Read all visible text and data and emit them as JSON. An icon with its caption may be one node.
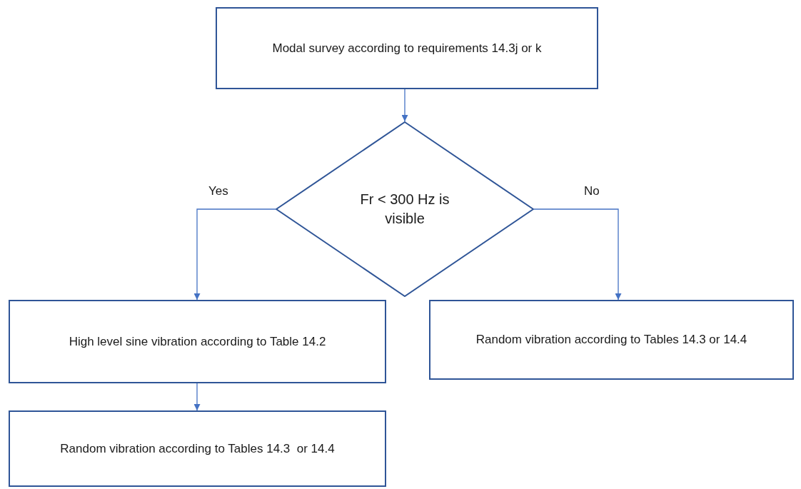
{
  "diagram": {
    "nodes": [
      {
        "text": [
          "Modal survey according to requirements 14.3j or k"
        ]
      },
      {
        "text": [
          "Fr < 300 Hz is visible"
        ]
      },
      {
        "text": [
          "High level sine vibration according to Table 14.2"
        ]
      },
      {
        "text": [
          "Random vibration according to Tables 14.3 or 14.4"
        ]
      },
      {
        "text": [
          "Random vibration according to Tables 14.3  or 14.4"
        ]
      }
    ],
    "edges": [
      {
        "from": 0,
        "to": 1,
        "arrow": "to"
      },
      {
        "from": 1,
        "to": 2,
        "arrow": "to",
        "label": "Yes"
      },
      {
        "from": 1,
        "to": 3,
        "arrow": "to",
        "label": "No"
      },
      {
        "from": 2,
        "to": 4,
        "arrow": "to"
      }
    ]
  }
}
